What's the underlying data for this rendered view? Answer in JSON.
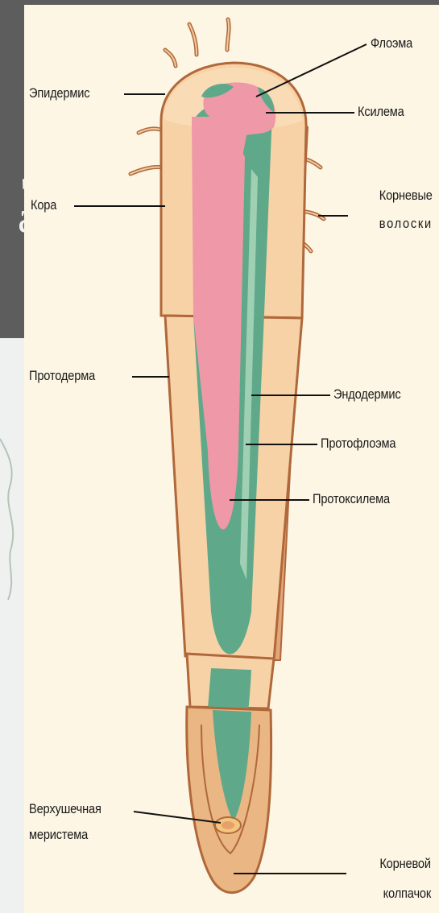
{
  "slide": {
    "title_line1": "д",
    "title_line2": "а",
    "colors": {
      "band": "#5d5d5d",
      "accent": "#8fb8c8"
    }
  },
  "diagram": {
    "colors": {
      "background": "#fdf6e4",
      "tissue": "#f7d2a6",
      "outline": "#b0683a",
      "stele_pink": "#ee98a8",
      "stele_green": "#5fa98a",
      "root_cap": "#eab684"
    },
    "labels": {
      "phloem": "Флоэма",
      "epidermis": "Эпидермис",
      "xylem": "Ксилема",
      "cortex": "Кора",
      "root_hairs_1": "Корневые",
      "root_hairs_2": "волоски",
      "protoderm": "Протодерма",
      "endodermis": "Эндодермис",
      "protophloem": "Протофлоэма",
      "protoxylem": "Протоксилема",
      "apical_meristem_1": "Верхушечная",
      "apical_meristem_2": "меристема",
      "root_cap_1": "Корневой",
      "root_cap_2": "колпачок"
    }
  }
}
